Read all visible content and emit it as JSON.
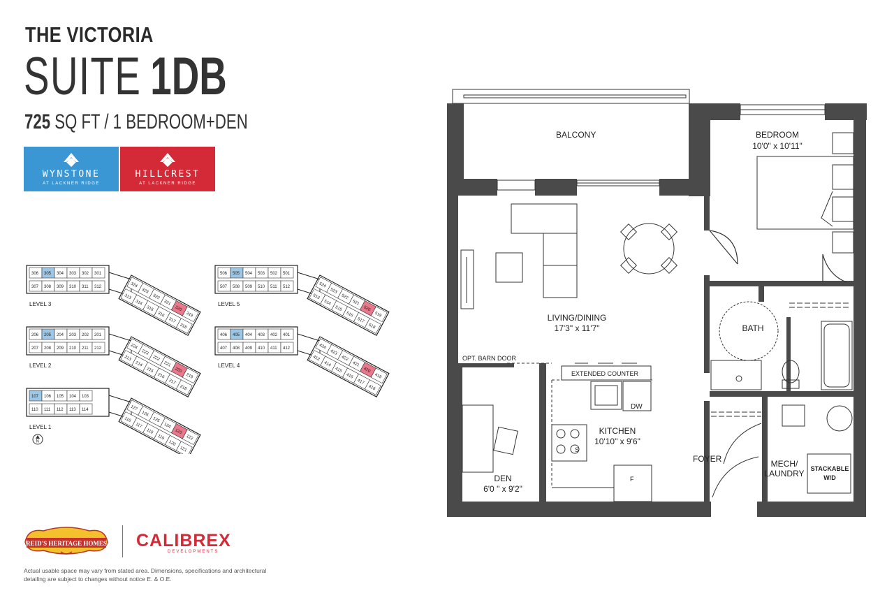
{
  "header": {
    "project": "THE VICTORIA",
    "suite_prefix": "SUITE",
    "suite_code": "1DB",
    "sqft_value": "725",
    "sqft_rest": " SQ FT / 1 BEDROOM+DEN"
  },
  "brands": {
    "wynstone": {
      "name": "WYNSTONE",
      "sub": "AT LACKNER RIDGE",
      "color": "#3a97d4"
    },
    "hillcrest": {
      "name": "HILLCREST",
      "sub": "AT LACKNER RIDGE",
      "color": "#d42a37"
    }
  },
  "keyplan": {
    "levels": [
      {
        "label": "LEVEL 3",
        "top": [
          "306",
          "305",
          "304",
          "303",
          "302",
          "301"
        ],
        "bottom": [
          "307",
          "308",
          "309",
          "310",
          "311",
          "312"
        ],
        "wing": [
          "324",
          "323",
          "322",
          "321",
          "320",
          "319",
          "313",
          "314",
          "315",
          "316",
          "317",
          "318"
        ],
        "hl_top": "305",
        "hl_wing": "320"
      },
      {
        "label": "LEVEL 2",
        "top": [
          "206",
          "205",
          "204",
          "203",
          "202",
          "201"
        ],
        "bottom": [
          "207",
          "208",
          "209",
          "210",
          "211",
          "212"
        ],
        "wing": [
          "224",
          "223",
          "222",
          "221",
          "220",
          "219",
          "213",
          "214",
          "215",
          "216",
          "217",
          "218"
        ],
        "hl_top": "205",
        "hl_wing": "220"
      },
      {
        "label": "LEVEL 1",
        "top": [
          "107",
          "106",
          "105",
          "104",
          "103"
        ],
        "bottom": [
          "110",
          "111",
          "112",
          "113",
          "114"
        ],
        "wing": [
          "127",
          "126",
          "125",
          "124",
          "123",
          "122",
          "116",
          "117",
          "118",
          "119",
          "120",
          "121"
        ],
        "hl_top": "107",
        "hl_wing": "123"
      },
      {
        "label": "LEVEL 5",
        "top": [
          "506",
          "505",
          "504",
          "503",
          "502",
          "501"
        ],
        "bottom": [
          "507",
          "508",
          "509",
          "510",
          "511",
          "512"
        ],
        "wing": [
          "524",
          "523",
          "522",
          "521",
          "520",
          "519",
          "513",
          "514",
          "515",
          "516",
          "517",
          "518"
        ],
        "hl_top": "505",
        "hl_wing": "520"
      },
      {
        "label": "LEVEL 4",
        "top": [
          "406",
          "405",
          "404",
          "403",
          "402",
          "401"
        ],
        "bottom": [
          "407",
          "408",
          "409",
          "410",
          "411",
          "412"
        ],
        "wing": [
          "424",
          "423",
          "422",
          "421",
          "420",
          "419",
          "413",
          "414",
          "415",
          "416",
          "417",
          "418"
        ],
        "hl_top": "405",
        "hl_wing": "420"
      }
    ],
    "north": "N"
  },
  "logos": {
    "rhh": "REID'S HERITAGE HOMES",
    "calibrex": "CALIBREX",
    "calibrex_sub": "DEVELOPMENTS"
  },
  "disclaimer": "Actual usable space may vary from stated area. Dimensions, specifications and architectural detailing are subject to changes without notice E. & O.E.",
  "rooms": {
    "balcony": "BALCONY",
    "bedroom": "BEDROOM",
    "bedroom_dim": "10'0\" x 10'11\"",
    "living": "LIVING/DINING",
    "living_dim": "17'3\" x 11'7\"",
    "bath": "BATH",
    "barn_door": "OPT. BARN DOOR",
    "counter": "EXTENDED COUNTER",
    "dw": "DW",
    "stove": "S",
    "fridge": "F",
    "kitchen": "KITCHEN",
    "kitchen_dim": "10'10\" x 9'6\"",
    "den": "DEN",
    "den_dim": "6'0 \" x 9'2\"",
    "foyer": "FOYER",
    "mech": "MECH/",
    "laundry": "LAUNDRY",
    "stackable": "STACKABLE",
    "wd": "W/D"
  },
  "colors": {
    "wall": "#4a4a4a",
    "blue_unit": "#9cc7e6",
    "red_unit": "#e8788a"
  }
}
